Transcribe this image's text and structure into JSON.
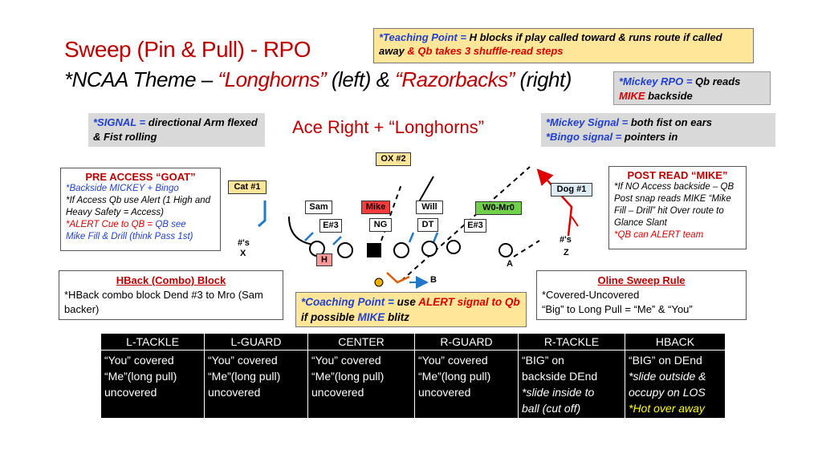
{
  "title": "Sweep (Pin & Pull) - RPO",
  "subtitle": {
    "prefix": "*NCAA Theme – ",
    "team_left": "“Longhorns”",
    "middle_left": " (left) & ",
    "team_right": "“Razorbacks”",
    "middle_right": " (right)"
  },
  "teaching_point": {
    "label": "*Teaching Point = ",
    "text1": "H blocks if play called toward & runs route if called away ",
    "text2": "& Qb takes 3 shuffle-read steps"
  },
  "mickey_rpo": {
    "label": "*Mickey RPO = ",
    "text1": "Qb reads ",
    "highlight": "MIKE",
    "text2": " backside"
  },
  "signal": {
    "label": "*SIGNAL = ",
    "text": "directional Arm flexed & Fist rolling"
  },
  "formation_title": "Ace Right + “Longhorns”",
  "mickey_signal": {
    "label1": "*Mickey Signal = ",
    "text1": "both fist on ears",
    "label2": "*Bingo signal = ",
    "text2": "pointers in"
  },
  "pre_access": {
    "header": "PRE ACCESS “GOAT”",
    "line1": "*Backside MICKEY + Bingo",
    "line2": "*If Access Qb use Alert (1 High and Heavy Safety = Access)",
    "line3a": "*ALERT Cue to QB = ",
    "line3b": "QB see",
    "line4": "Mike Fill & Drill (think Pass 1st)"
  },
  "post_read": {
    "header": "POST READ “MIKE”",
    "line1": "*If NO Access backside – QB Post snap reads MIKE “Mike Fill – Drill”  hit Over route to Glance Slant",
    "line2": "*QB can ALERT team"
  },
  "hback_block": {
    "header": "HBack (Combo) Block",
    "text": "*HBack combo block Dend #3 to Mro (Sam backer)"
  },
  "coaching_point": {
    "label": "*Coaching Point = ",
    "text1": "use ",
    "highlight": "ALERT",
    "text2": " signal to Qb ",
    "text3": "if possible ",
    "highlight2": "MIKE",
    "text4": " blitz"
  },
  "oline_rule": {
    "header": "Oline Sweep Rule",
    "line1": "*Covered-Uncovered",
    "line2": "“Big” to Long Pull = “Me” & “You”"
  },
  "diagram": {
    "ox": "OX #2",
    "cat": "Cat #1",
    "dog": "Dog #1",
    "sam": "Sam",
    "mike": "Mike",
    "will": "Will",
    "wo": "W0-Mr0",
    "e3_left": "E#3",
    "ng": "NG",
    "dt": "DT",
    "e3_right": "E#3",
    "x_num": "#'s",
    "x": "X",
    "z_num": "#'s",
    "z": "Z",
    "h": "H",
    "a": "A",
    "b": "B"
  },
  "colors": {
    "title_red": "#c00000",
    "mike_fill": "#ff3b3b",
    "wo_fill": "#70d04a",
    "yellow_box": "#ffe699",
    "route_blue": "#1f78c8",
    "route_red": "#e00000"
  },
  "blocking_table": {
    "headers": [
      "L-TACKLE",
      "L-GUARD",
      "CENTER",
      "R-GUARD",
      "R-TACKLE",
      "HBACK"
    ],
    "rows": [
      [
        "“You” covered",
        "“You” covered",
        "“You” covered",
        "“You” covered",
        "“BIG” on",
        "“BIG” on DEnd"
      ],
      [
        "“Me”(long pull)",
        "“Me”(long pull)",
        "“Me”(long pull)",
        "“Me”(long pull)",
        "backside DEnd",
        "*slide outside &"
      ],
      [
        "uncovered",
        "uncovered",
        "uncovered",
        "uncovered",
        "*slide inside to",
        "occupy on LOS"
      ],
      [
        "",
        "",
        "",
        "",
        "ball (cut off)",
        "*Hot over away"
      ]
    ]
  }
}
